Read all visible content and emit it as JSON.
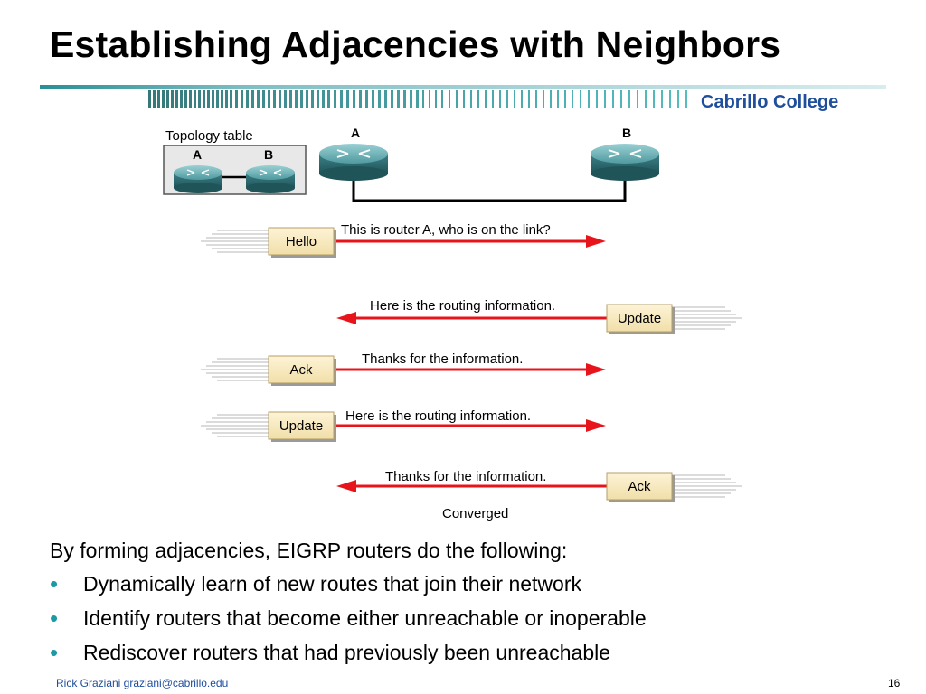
{
  "slide": {
    "title": "Establishing Adjacencies with Neighbors",
    "college": "Cabrillo College",
    "footer_author": "Rick Graziani  graziani@cabrillo.edu",
    "page_number": "16",
    "accent_color": "#1a9aa5",
    "brand_color": "#1f4e9c"
  },
  "diagram": {
    "topology_table_label": "Topology table",
    "router_a_label": "A",
    "router_b_label": "B",
    "converged_label": "Converged",
    "arrow_color": "#e8141c",
    "messages": [
      {
        "packet": "Hello",
        "caption": "This is router A, who is on the link?",
        "direction": "A-to-B"
      },
      {
        "packet": "Update",
        "caption": "Here is the routing information.",
        "direction": "B-to-A"
      },
      {
        "packet": "Ack",
        "caption": "Thanks for the information.",
        "direction": "A-to-B"
      },
      {
        "packet": "Update",
        "caption": "Here is the routing information.",
        "direction": "A-to-B"
      },
      {
        "packet": "Ack",
        "caption": "Thanks for the information.",
        "direction": "B-to-A"
      }
    ]
  },
  "body": {
    "intro": "By forming adjacencies, EIGRP routers do the following:",
    "bullets": [
      "Dynamically learn of new routes that join their network",
      "Identify routers that become either unreachable or inoperable",
      "Rediscover routers that had previously been unreachable"
    ]
  }
}
